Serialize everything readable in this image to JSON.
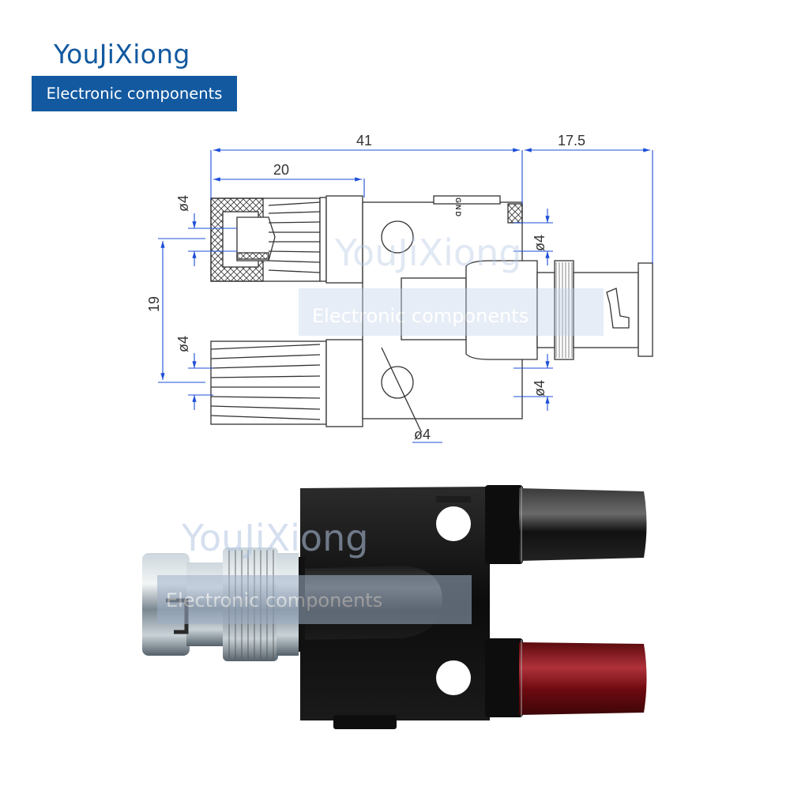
{
  "brand": {
    "name": "YouJiXiong",
    "tagline": "Electronic components",
    "color": "#1259a0"
  },
  "drawing": {
    "dimensions": {
      "overall_length": "41",
      "bnc_length": "17.5",
      "binding_post_length": "20",
      "post_spacing": "19",
      "post_diameter_top": "ø4",
      "post_diameter_bottom": "ø4",
      "hole_diameter_upper": "ø4",
      "hole_diameter_lower": "ø4",
      "mount_hole": "ø4"
    },
    "gnd_label": "GND"
  },
  "watermark": {
    "name": "YouJiXiong",
    "tagline": "Electronic components"
  },
  "photo": {
    "post_colors": {
      "black": "#151515",
      "red": "#8a0d12"
    }
  }
}
